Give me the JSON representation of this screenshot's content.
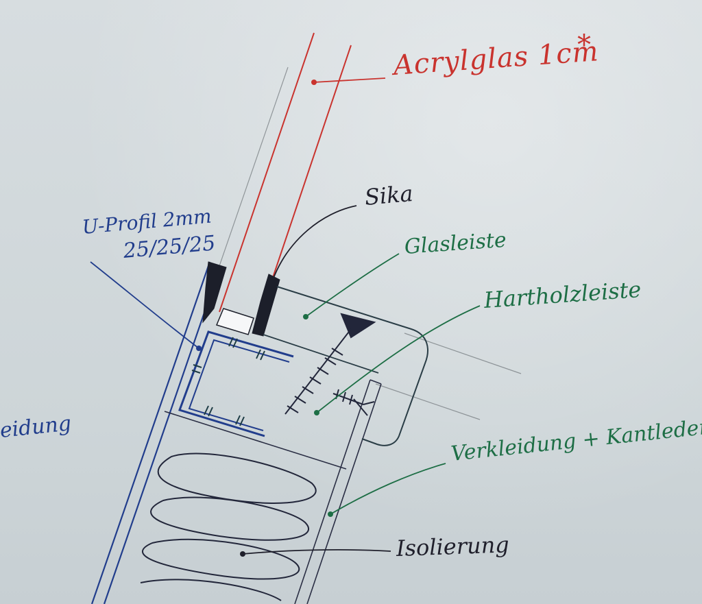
{
  "labels": {
    "acrylglas": "Acrylglas 1cm",
    "acrylglas_mark": "*",
    "sika": "Sika",
    "glasleiste": "Glasleiste",
    "hartholzleiste": "Hartholzleiste",
    "verkleidung": "Verkleidung + Kantleder",
    "isolierung": "Isolierung",
    "u_profil": "U-Profil 2mm",
    "u_profil_dims": "25/25/25",
    "left_cut": "eidung"
  },
  "colors": {
    "red_ink": "#c9332e",
    "blue_ink": "#213d8c",
    "green_ink": "#1d6e45",
    "black_ink": "#1f1f2b",
    "pencil": "#7c8286",
    "paper": "#d2d9dc"
  }
}
